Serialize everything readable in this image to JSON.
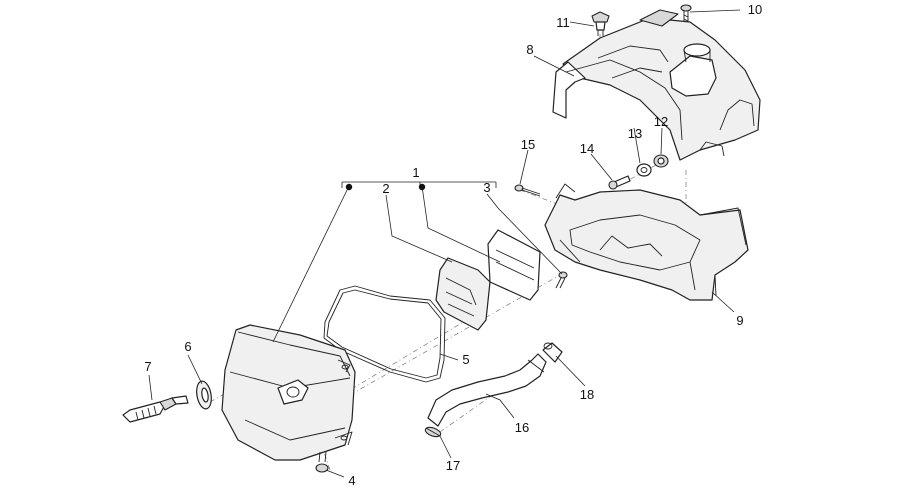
{
  "diagram": {
    "callouts": {
      "c1": "1",
      "c2": "2",
      "c3": "3",
      "c4": "4",
      "c5": "5",
      "c6": "6",
      "c7": "7",
      "c8": "8",
      "c9": "9",
      "c10": "10",
      "c11": "11",
      "c12": "12",
      "c13": "13",
      "c14": "14",
      "c15": "15",
      "c16": "16",
      "c17": "17",
      "c18": "18"
    },
    "line_color": "#222222",
    "background": "#ffffff"
  }
}
